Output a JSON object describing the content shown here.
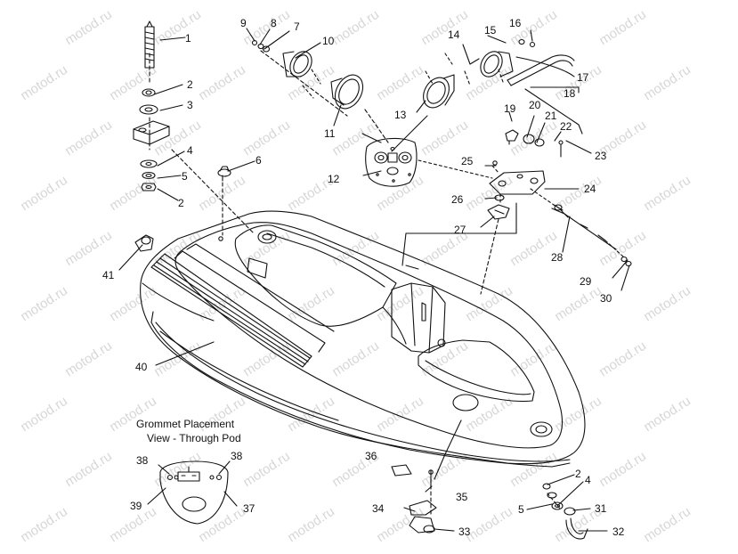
{
  "watermark": {
    "text": "motod.ru"
  },
  "diagram": {
    "callouts": [
      "1",
      "2",
      "3",
      "4",
      "5",
      "2",
      "6",
      "9",
      "8",
      "7",
      "10",
      "11",
      "12",
      "13",
      "14",
      "15",
      "16",
      "17",
      "18",
      "19",
      "20",
      "21",
      "22",
      "23",
      "24",
      "25",
      "26",
      "27",
      "28",
      "29",
      "30",
      "41",
      "40",
      "36",
      "35",
      "34",
      "33",
      "2",
      "4",
      "5",
      "31",
      "32",
      "38",
      "38",
      "39",
      "37"
    ],
    "inset_caption": {
      "line1": "Grommet Placement",
      "line2": "View - Through  Pod"
    }
  }
}
